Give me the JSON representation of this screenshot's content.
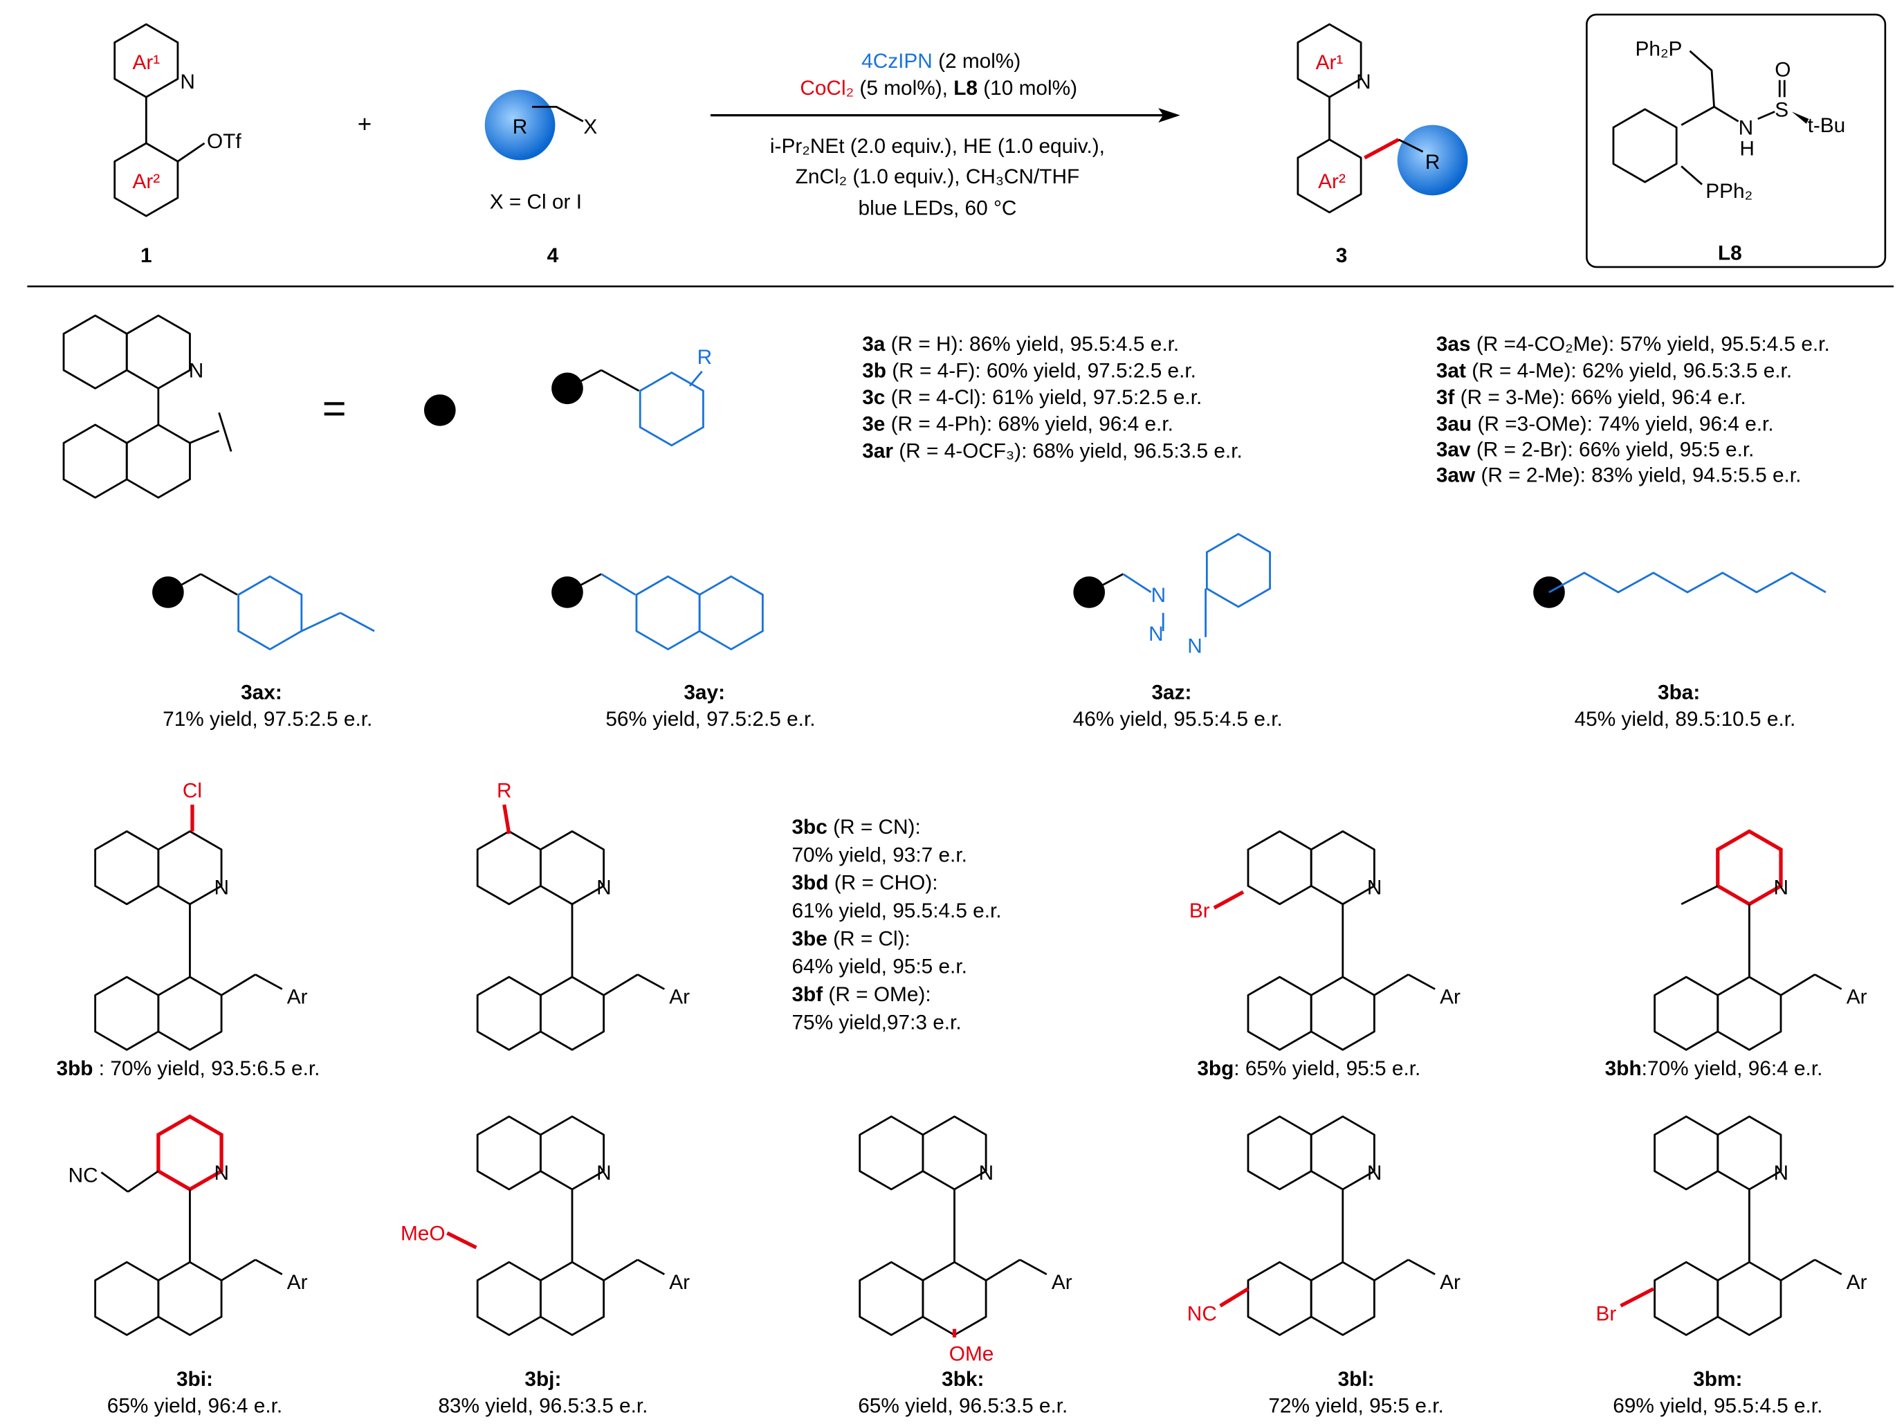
{
  "scheme": {
    "reactant1": {
      "ar1": "Ar¹",
      "ar2": "Ar²",
      "n": "N",
      "otf": "OTf",
      "label": "1"
    },
    "plus": "+",
    "reactant4": {
      "r": "R",
      "x": "X",
      "note": "X = Cl or I",
      "label": "4"
    },
    "conditions": {
      "photocat": "4CzIPN",
      "photocat_amount": " (2 mol%)",
      "metal": "CoCl₂",
      "metal_rest": " (5 mol%), ",
      "ligand": "L8",
      "ligand_amount": " (10 mol%)",
      "line3": "i-Pr₂NEt (2.0 equiv.), HE (1.0 equiv.),",
      "line4": "ZnCl₂ (1.0 equiv.), CH₃CN/THF",
      "line5": "blue LEDs, 60 °C"
    },
    "product": {
      "ar1": "Ar¹",
      "ar2": "Ar²",
      "n": "N",
      "r": "R",
      "label": "3"
    },
    "ligand_box": {
      "ph2p": "Ph₂P",
      "o": "O",
      "s": "S",
      "n": "N",
      "h": "H",
      "tbu": "t-Bu",
      "pph2": "PPh₂",
      "label": "L8"
    },
    "colors": {
      "red": "#e3000f",
      "blue": "#1a73d9"
    }
  },
  "legend": {
    "n": "N",
    "equals": "=",
    "r": "R"
  },
  "benzyl_results_col1": [
    {
      "id": "3a",
      "text": " (R = H): 86% yield, 95.5:4.5 e.r."
    },
    {
      "id": "3b",
      "text": " (R = 4-F): 60% yield, 97.5:2.5 e.r."
    },
    {
      "id": "3c",
      "text": " (R = 4-Cl): 61% yield, 97.5:2.5 e.r."
    },
    {
      "id": "3e",
      "text": " (R = 4-Ph): 68% yield, 96:4 e.r."
    },
    {
      "id": "3ar",
      "text": " (R = 4-OCF₃): 68% yield, 96.5:3.5 e.r."
    }
  ],
  "benzyl_results_col2": [
    {
      "id": "3as",
      "text": " (R =4-CO₂Me): 57% yield, 95.5:4.5 e.r."
    },
    {
      "id": "3at",
      "text": " (R = 4-Me): 62% yield, 96.5:3.5 e.r."
    },
    {
      "id": "3f",
      "text": " (R = 3-Me): 66% yield, 96:4 e.r."
    },
    {
      "id": "3au",
      "text": " (R =3-OMe): 74% yield, 96:4 e.r."
    },
    {
      "id": "3av",
      "text": " (R = 2-Br): 66% yield, 95:5 e.r."
    },
    {
      "id": "3aw",
      "text": " (R = 2-Me): 83% yield, 94.5:5.5 e.r."
    }
  ],
  "row2": [
    {
      "id": "3ax",
      "result": "71% yield, 97.5:2.5 e.r."
    },
    {
      "id": "3ay",
      "result": "56% yield, 97.5:2.5 e.r."
    },
    {
      "id": "3az",
      "result": "46% yield, 95.5:4.5 e.r.",
      "atoms": [
        "N",
        "N",
        "N"
      ]
    },
    {
      "id": "3ba",
      "result": "45% yield, 89.5:10.5 e.r."
    }
  ],
  "row3": {
    "bb": {
      "id": "3bb",
      "result": " : 70% yield, 93.5:6.5 e.r.",
      "sub": "Cl"
    },
    "bc_group": {
      "sub": "R",
      "items": [
        {
          "id": "3bc",
          "r": " (R = CN):",
          "result": "70% yield, 93:7 e.r."
        },
        {
          "id": "3bd",
          "r": " (R = CHO):",
          "result": "61% yield, 95.5:4.5 e.r."
        },
        {
          "id": "3be",
          "r": " (R = Cl):",
          "result": "64% yield, 95:5 e.r."
        },
        {
          "id": "3bf",
          "r": " (R = OMe):",
          "result": "75% yield,97:3 e.r."
        }
      ]
    },
    "bg": {
      "id": "3bg",
      "result": ": 65% yield, 95:5 e.r.",
      "sub": "Br"
    },
    "bh": {
      "id": "3bh",
      "result": ":70% yield, 96:4 e.r."
    }
  },
  "row4": [
    {
      "id": "3bi",
      "result": "65% yield, 96:4 e.r.",
      "sub": "NC"
    },
    {
      "id": "3bj",
      "result": "83% yield, 96.5:3.5 e.r.",
      "sub": "MeO"
    },
    {
      "id": "3bk",
      "result": "65% yield, 96.5:3.5 e.r.",
      "sub": "OMe"
    },
    {
      "id": "3bl",
      "result": "72% yield, 95:5 e.r.",
      "sub": "NC"
    },
    {
      "id": "3bm",
      "result": "69% yield, 95.5:4.5 e.r.",
      "sub": "Br"
    }
  ],
  "common": {
    "n": "N",
    "ar": "Ar",
    "colon": ":"
  }
}
